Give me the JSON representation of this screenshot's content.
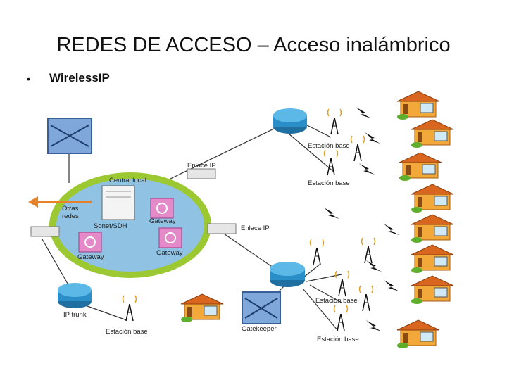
{
  "slide": {
    "title": "REDES DE ACCESO – Acceso inalámbrico",
    "bullet_marker": "•",
    "bullet_text": "WirelessIP"
  },
  "diagram": {
    "labels": {
      "central_local": "Central local",
      "otras_redes_line1": "Otras",
      "otras_redes_line2": "redes",
      "sonet_sdh": "Sonet/SDH",
      "gateway_1": "Gateway",
      "gateway_2": "Gateway",
      "gateway_3": "Gateway",
      "enlace_ip_1": "Enlace IP",
      "enlace_ip_2": "Enlace IP",
      "estacion_base_1": "Estación base",
      "estacion_base_2": "Estación base",
      "estacion_base_3": "Estación base",
      "estacion_base_4": "Estación base",
      "estacion_base_5": "Estación base",
      "ip_trunk": "IP trunk",
      "gatekeeper": "Gatekeeper"
    },
    "colors": {
      "cloud_fill": "#8fc2e3",
      "cloud_ring": "#9cc832",
      "router": "#2a8fc8",
      "gateway": "#e48ac8",
      "switch_box": "#7fa7d9",
      "house_wall": "#f2a93a",
      "house_roof": "#d9661f",
      "arrow": "#e8822a"
    }
  }
}
